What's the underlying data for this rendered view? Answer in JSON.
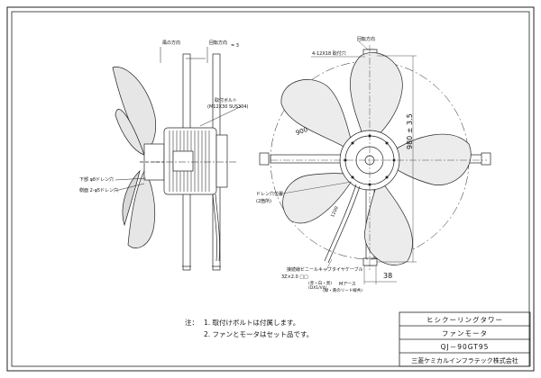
{
  "drawing": {
    "side": {
      "rotation_dir": "風の方向",
      "wind_dir": "回転方向",
      "mount_bolt": "取付ボルト",
      "mount_bolt_spec": "(M12X30 SUS304)",
      "drain_lower": "下部 φ8ドレン穴",
      "drain_side": "側面 2-φ5ドレン穴",
      "tick_mark": "= 3"
    },
    "front": {
      "rotation_dir": "回転方向",
      "holes": "4-12X18 取付穴",
      "diameter": "900",
      "height": "980 ± 3.5",
      "drain_pos": "ドレン穴位置",
      "drain_pos_sub": "(2箇所)",
      "lead_len": "1200",
      "cable_label": "接続線ビニールキャブタイヤケーブル",
      "cable_spec": "3Z×2.0 □□",
      "earth_label": "Mアース",
      "earth_sub": "(赤・白・黒)",
      "earth_sub2": "(DX1/V4)",
      "earth_sub3": "(緑・黄のリード線共)",
      "dim_38": "38"
    }
  },
  "notes": {
    "prefix": "注：",
    "line1": "1. 取付けボルトは付属します。",
    "line2": "2. ファンとモータはセット品です。"
  },
  "title_block": {
    "product": "ヒシクーリングタワー",
    "part": "ファンモータ",
    "model": "QJ－90GT95",
    "company": "三菱ケミカルインフラテック株式会社"
  }
}
